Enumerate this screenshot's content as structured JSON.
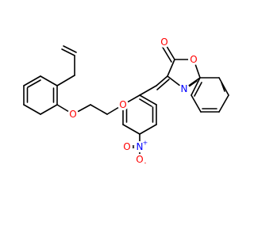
{
  "molecule": {
    "atom_labels": {
      "carbonyl_o": "O",
      "ring_o": "O",
      "ring_n": "N",
      "ether_o1": "O",
      "ether_o2": "O",
      "nitro_n": "N",
      "nitro_o_top": "O",
      "nitro_o_bottom": "O"
    },
    "charges": {
      "nitro_n": "+",
      "nitro_o_bottom": "-"
    },
    "colors": {
      "oxygen": "#ff0000",
      "nitrogen": "#0000ff",
      "bond": "#000000"
    }
  }
}
